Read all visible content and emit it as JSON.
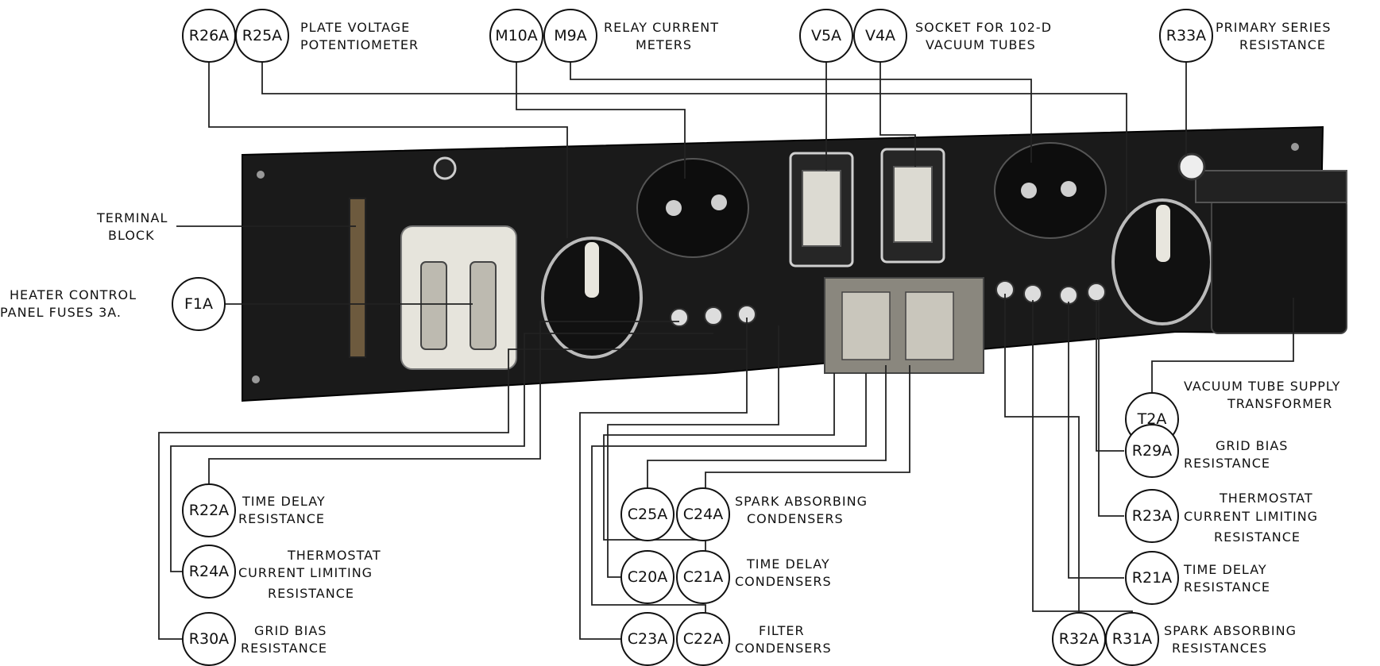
{
  "components": [
    {
      "id": "r26a",
      "code": "R26A"
    },
    {
      "id": "r25a",
      "code": "R25A"
    },
    {
      "id": "m10a",
      "code": "M10A"
    },
    {
      "id": "m9a",
      "code": "M9A"
    },
    {
      "id": "v5a",
      "code": "V5A"
    },
    {
      "id": "v4a",
      "code": "V4A"
    },
    {
      "id": "r33a",
      "code": "R33A"
    },
    {
      "id": "f1a",
      "code": "F1A"
    },
    {
      "id": "t2a",
      "code": "T2A"
    },
    {
      "id": "r29a",
      "code": "R29A"
    },
    {
      "id": "r23a",
      "code": "R23A"
    },
    {
      "id": "r21a",
      "code": "R21A"
    },
    {
      "id": "r32a",
      "code": "R32A"
    },
    {
      "id": "r31a",
      "code": "R31A"
    },
    {
      "id": "c25a",
      "code": "C25A"
    },
    {
      "id": "c24a",
      "code": "C24A"
    },
    {
      "id": "c20a",
      "code": "C20A"
    },
    {
      "id": "c21a",
      "code": "C21A"
    },
    {
      "id": "c23a",
      "code": "C23A"
    },
    {
      "id": "c22a",
      "code": "C22A"
    },
    {
      "id": "r22a",
      "code": "R22A"
    },
    {
      "id": "r24a",
      "code": "R24A"
    },
    {
      "id": "r30a",
      "code": "R30A"
    }
  ],
  "labels": [
    {
      "id": "plate-voltage-potentiometer",
      "lines": [
        "PLATE VOLTAGE",
        "POTENTIOMETER"
      ]
    },
    {
      "id": "relay-current-meters",
      "lines": [
        "RELAY CURRENT",
        "METERS"
      ]
    },
    {
      "id": "socket-vacuum-tubes",
      "lines": [
        "SOCKET FOR 102-D",
        "VACUUM TUBES"
      ]
    },
    {
      "id": "primary-series-resistance",
      "lines": [
        "PRIMARY SERIES",
        "RESISTANCE"
      ]
    },
    {
      "id": "terminal-block",
      "lines": [
        "TERMINAL",
        "BLOCK"
      ]
    },
    {
      "id": "heater-control-fuses",
      "lines": [
        "HEATER CONTROL",
        "PANEL FUSES 3A."
      ]
    },
    {
      "id": "vacuum-tube-supply-transformer",
      "lines": [
        "VACUUM TUBE SUPPLY",
        "TRANSFORMER"
      ]
    },
    {
      "id": "grid-bias-resistance-right",
      "lines": [
        "GRID BIAS",
        "RESISTANCE"
      ]
    },
    {
      "id": "thermostat-current-limiting-right",
      "lines": [
        "THERMOSTAT",
        "CURRENT LIMITING",
        "RESISTANCE"
      ]
    },
    {
      "id": "time-delay-resistance-right",
      "lines": [
        "TIME DELAY",
        "RESISTANCE"
      ]
    },
    {
      "id": "spark-absorbing-resistances",
      "lines": [
        "SPARK ABSORBING",
        "RESISTANCES"
      ]
    },
    {
      "id": "spark-absorbing-condensers",
      "lines": [
        "SPARK ABSORBING",
        "CONDENSERS"
      ]
    },
    {
      "id": "time-delay-condensers",
      "lines": [
        "TIME DELAY",
        "CONDENSERS"
      ]
    },
    {
      "id": "filter-condensers",
      "lines": [
        "FILTER",
        "CONDENSERS"
      ]
    },
    {
      "id": "time-delay-resistance-left",
      "lines": [
        "TIME DELAY",
        "RESISTANCE"
      ]
    },
    {
      "id": "thermostat-current-limiting-left",
      "lines": [
        "THERMOSTAT",
        "CURRENT LIMITING",
        "RESISTANCE"
      ]
    },
    {
      "id": "grid-bias-resistance-left",
      "lines": [
        "GRID BIAS",
        "RESISTANCE"
      ]
    }
  ]
}
